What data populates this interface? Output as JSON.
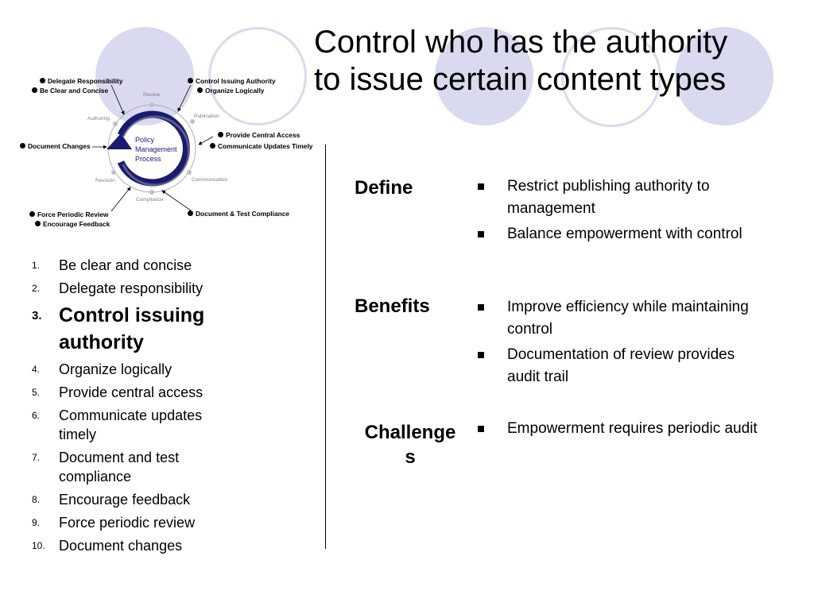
{
  "title": {
    "line1": "Control who has the authority",
    "line2": "to issue certain content types"
  },
  "diagram": {
    "center": {
      "line1": "Policy",
      "line2": "Management",
      "line3": "Process"
    },
    "stages": {
      "review": "Review",
      "publication": "Publication",
      "communication": "Communication",
      "compliance": "Compliance",
      "revision": "Revision",
      "authoring": "Authoring"
    },
    "callouts": {
      "delegate": "Delegate Responsibility",
      "clear": "Be Clear and Concise",
      "control": "Control Issuing Authority",
      "organize": "Organize Logically",
      "central": "Provide Central Access",
      "communicate": "Communicate Updates Timely",
      "changes": "Document Changes",
      "compliance": "Document & Test Compliance",
      "periodic": "Force Periodic Review",
      "feedback": "Encourage Feedback"
    }
  },
  "steps": [
    {
      "num": "1.",
      "text": "Be clear and concise"
    },
    {
      "num": "2.",
      "text": "Delegate responsibility"
    },
    {
      "num": "3.",
      "text": "Control issuing authority"
    },
    {
      "num": "4.",
      "text": "Organize logically"
    },
    {
      "num": "5.",
      "text": "Provide central access"
    },
    {
      "num": "6.",
      "text": "Communicate updates timely"
    },
    {
      "num": "7.",
      "text": "Document and test compliance"
    },
    {
      "num": "8.",
      "text": "Encourage feedback"
    },
    {
      "num": "9.",
      "text": "Force periodic review"
    },
    {
      "num": "10.",
      "text": "Document changes"
    }
  ],
  "define": {
    "heading": "Define",
    "bullets": [
      "Restrict publishing authority to management",
      "Balance empowerment with control"
    ]
  },
  "benefits": {
    "heading": "Benefits",
    "bullets": [
      "Improve efficiency while maintaining control",
      "Documentation of review provides audit trail"
    ]
  },
  "challenges": {
    "heading_line1": "Challenge",
    "heading_line2": "s",
    "bullets": [
      "Empowerment requires periodic audit"
    ]
  },
  "colors": {
    "circle": "#d9d9ef",
    "arrow": "#1a1a6e"
  }
}
